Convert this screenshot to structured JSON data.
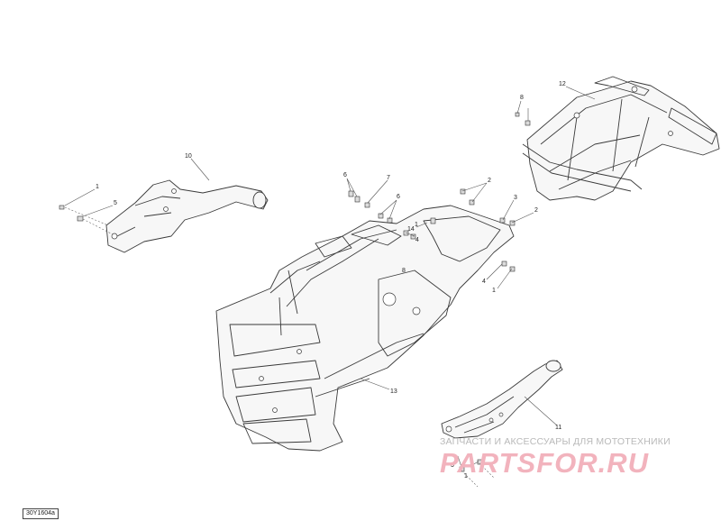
{
  "figure_code": "30Y1604a",
  "watermark": {
    "subtitle": "ЗАПЧАСТИ И АКСЕССУАРЫ ДЛЯ МОТОТЕХНИКИ",
    "logo": "PARTSFOR.RU",
    "logo_color": "#f2b3bd",
    "subtitle_color": "#b9b9b9"
  },
  "callouts": {
    "c10": "10",
    "c1_left": "1",
    "c5_left": "5",
    "c6_a": "6",
    "c7": "7",
    "c6_b": "6",
    "c14": "14",
    "c1_mid": "1",
    "c4_mid": "4",
    "c2_top": "2",
    "c3": "3",
    "c2_right": "2",
    "c4_right": "4",
    "c1_right": "1",
    "c8_mid": "8",
    "c8_top": "8",
    "c12": "12",
    "c13": "13",
    "c11": "11",
    "c5_bottom": "5",
    "c1_bottom": "1"
  },
  "colors": {
    "line": "#3a3a3a",
    "background": "#ffffff"
  }
}
